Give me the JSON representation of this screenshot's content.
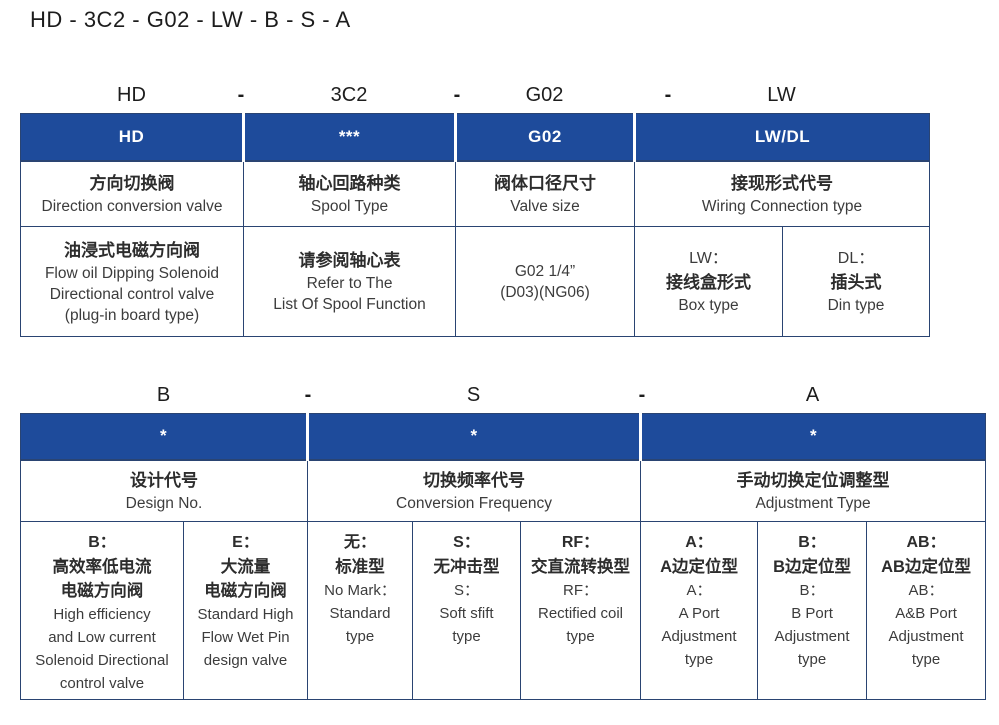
{
  "title": "HD - 3C2 - G02 - LW - B - S - A",
  "colors": {
    "header_bg": "#1e4b9b",
    "border": "#2a4472"
  },
  "t1": {
    "dash": "-",
    "code": [
      "HD",
      "3C2",
      "G02",
      "LW"
    ],
    "header": [
      "HD",
      "***",
      "G02",
      "LW/DL"
    ],
    "labels": [
      {
        "zh": "方向切换阀",
        "en": "Direction conversion valve"
      },
      {
        "zh": "轴心回路种类",
        "en": "Spool Type"
      },
      {
        "zh": "阀体口径尺寸",
        "en": "Valve size"
      },
      {
        "zh": "接现形式代号",
        "en": "Wiring Connection type"
      }
    ],
    "details": [
      {
        "zh": "油浸式电磁方向阀",
        "en": "Flow oil Dipping Solenoid\nDirectional control valve\n(plug-in board type)"
      },
      {
        "zh": "请参阅轴心表",
        "en": "Refer to The\nList Of Spool Function"
      },
      {
        "zh": "",
        "en": "G02 1/4”\n(D03)(NG06)"
      },
      {
        "code": "LW：",
        "zh": "接线盒形式",
        "en": "Box type"
      },
      {
        "code": "DL：",
        "zh": "插头式",
        "en": "Din type"
      }
    ]
  },
  "t2": {
    "dash": "-",
    "code": [
      "B",
      "S",
      "A"
    ],
    "header": [
      "*",
      "*",
      "*"
    ],
    "labels": [
      {
        "zh": "设计代号",
        "en": "Design No."
      },
      {
        "zh": "切换频率代号",
        "en": "Conversion Frequency"
      },
      {
        "zh": "手动切换定位调整型",
        "en": "Adjustment Type"
      }
    ],
    "options": [
      {
        "code": "B：",
        "zh": "高效率低电流\n电磁方向阀",
        "en": "High efficiency\nand Low current\nSolenoid Directional\ncontrol valve"
      },
      {
        "code": "E：",
        "zh": "大流量\n电磁方向阀",
        "en": "Standard High\nFlow Wet Pin\ndesign valve"
      },
      {
        "code": "无：",
        "zh": "标准型",
        "en": "No Mark：\nStandard\ntype"
      },
      {
        "code": "S：",
        "zh": "无冲击型",
        "en": "S：\nSoft sfift\ntype"
      },
      {
        "code": "RF：",
        "zh": "交直流转换型",
        "en": "RF：\nRectified coil\ntype"
      },
      {
        "code": "A：",
        "zh": "A边定位型",
        "en": "A：\nA Port\nAdjustment\ntype"
      },
      {
        "code": "B：",
        "zh": "B边定位型",
        "en": "B：\nB Port\nAdjustment\ntype"
      },
      {
        "code": "AB：",
        "zh": "AB边定位型",
        "en": "AB：\nA&B Port\nAdjustment\ntype"
      }
    ]
  }
}
